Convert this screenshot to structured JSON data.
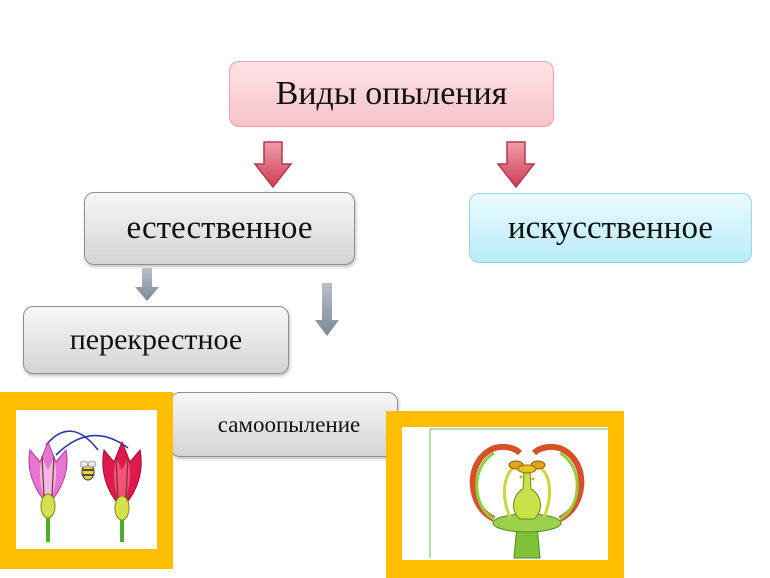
{
  "diagram": {
    "title": "Виды опыления",
    "natural": "естественное",
    "artificial": "искусственное",
    "cross": "перекрестное",
    "self": "самоопыление"
  },
  "colors": {
    "title_box": "#f6c3c9",
    "artificial_box": "#b9ebfa",
    "frame": "#ffbe00",
    "arrow_red": "#d9546a",
    "arrow_gray": "#8c95a3"
  },
  "illustrations": {
    "left": "cross-pollination-flowers-icon",
    "right": "self-pollination-flower-icon"
  }
}
